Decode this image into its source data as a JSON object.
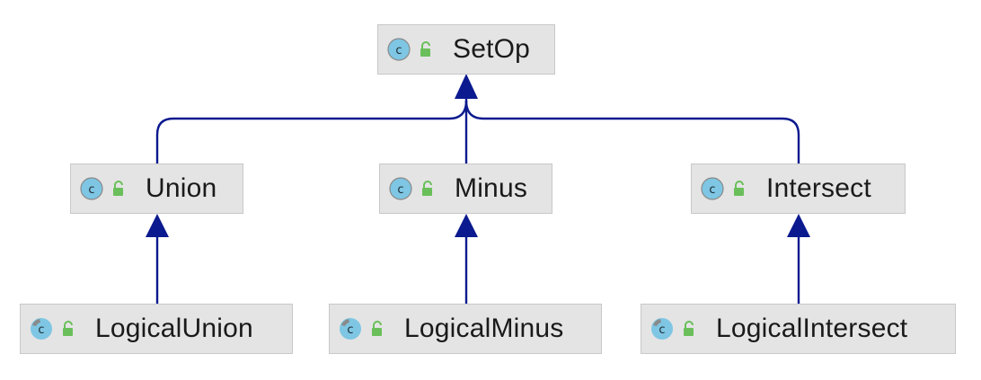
{
  "diagram": {
    "nodes": {
      "setop": {
        "label": "SetOp",
        "kind": "class",
        "access": "public"
      },
      "union": {
        "label": "Union",
        "kind": "class",
        "access": "public"
      },
      "minus": {
        "label": "Minus",
        "kind": "class",
        "access": "public"
      },
      "intersect": {
        "label": "Intersect",
        "kind": "class",
        "access": "public"
      },
      "logical_union": {
        "label": "LogicalUnion",
        "kind": "final-class",
        "access": "public"
      },
      "logical_minus": {
        "label": "LogicalMinus",
        "kind": "final-class",
        "access": "public"
      },
      "logical_intersect": {
        "label": "LogicalIntersect",
        "kind": "final-class",
        "access": "public"
      }
    },
    "edges": [
      {
        "from": "union",
        "to": "setop",
        "relation": "extends"
      },
      {
        "from": "minus",
        "to": "setop",
        "relation": "extends"
      },
      {
        "from": "intersect",
        "to": "setop",
        "relation": "extends"
      },
      {
        "from": "logical_union",
        "to": "union",
        "relation": "extends"
      },
      {
        "from": "logical_minus",
        "to": "minus",
        "relation": "extends"
      },
      {
        "from": "logical_intersect",
        "to": "intersect",
        "relation": "extends"
      }
    ],
    "colors": {
      "edge": "#0b1a8f",
      "node_fill": "#e4e4e4",
      "node_border": "#c8c8c8",
      "class_icon": "#7ec6e3",
      "lock_icon": "#6abf5a"
    },
    "icons": {
      "class": "class-icon",
      "final_class": "final-class-icon",
      "public": "public-lock-icon"
    }
  }
}
